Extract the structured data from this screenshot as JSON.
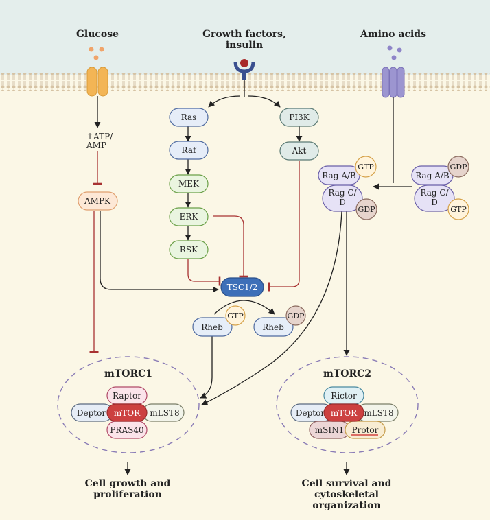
{
  "inputs": {
    "glucose": "Glucose",
    "growth_line1": "Growth factors,",
    "growth_line2": "insulin",
    "amino": "Amino acids"
  },
  "nodes": {
    "atp_line1": "↑ATP/",
    "atp_line2": "AMP",
    "ampk": "AMPK",
    "ras": "Ras",
    "raf": "Raf",
    "mek": "MEK",
    "erk": "ERK",
    "rsk": "RSK",
    "pi3k": "PI3K",
    "akt": "Akt",
    "tsc": "TSC1/2",
    "rheb": "Rheb",
    "gtp": "GTP",
    "gdp": "GDP",
    "rag_ab": "Rag A/B",
    "rag_cd_line1": "Rag C/",
    "rag_cd_line2": "D"
  },
  "mtorc1": {
    "title": "mTORC1",
    "raptor": "Raptor",
    "deptor": "Deptor",
    "mtor": "mTOR",
    "mlst8": "mLST8",
    "pras40": "PRAS40"
  },
  "mtorc2": {
    "title": "mTORC2",
    "rictor": "Rictor",
    "deptor": "Deptor",
    "mtor": "mTOR",
    "mlst8": "mLST8",
    "msin1": "mSIN1",
    "protor": "Protor"
  },
  "outputs": {
    "c1_line1": "Cell growth and",
    "c1_line2": "proliferation",
    "c2_line1": "Cell survival and",
    "c2_line2": "cytoskeletal",
    "c2_line3": "organization"
  },
  "colors": {
    "activation": "#222222",
    "inhibition": "#a83232",
    "mtor": "#cc4040",
    "tsc": "#3d6fb8",
    "membrane": "#d9c9b0",
    "extracellular": "#e4eeec",
    "cytoplasm": "#fbf7e6",
    "complex_border": "#8a7cb6"
  }
}
